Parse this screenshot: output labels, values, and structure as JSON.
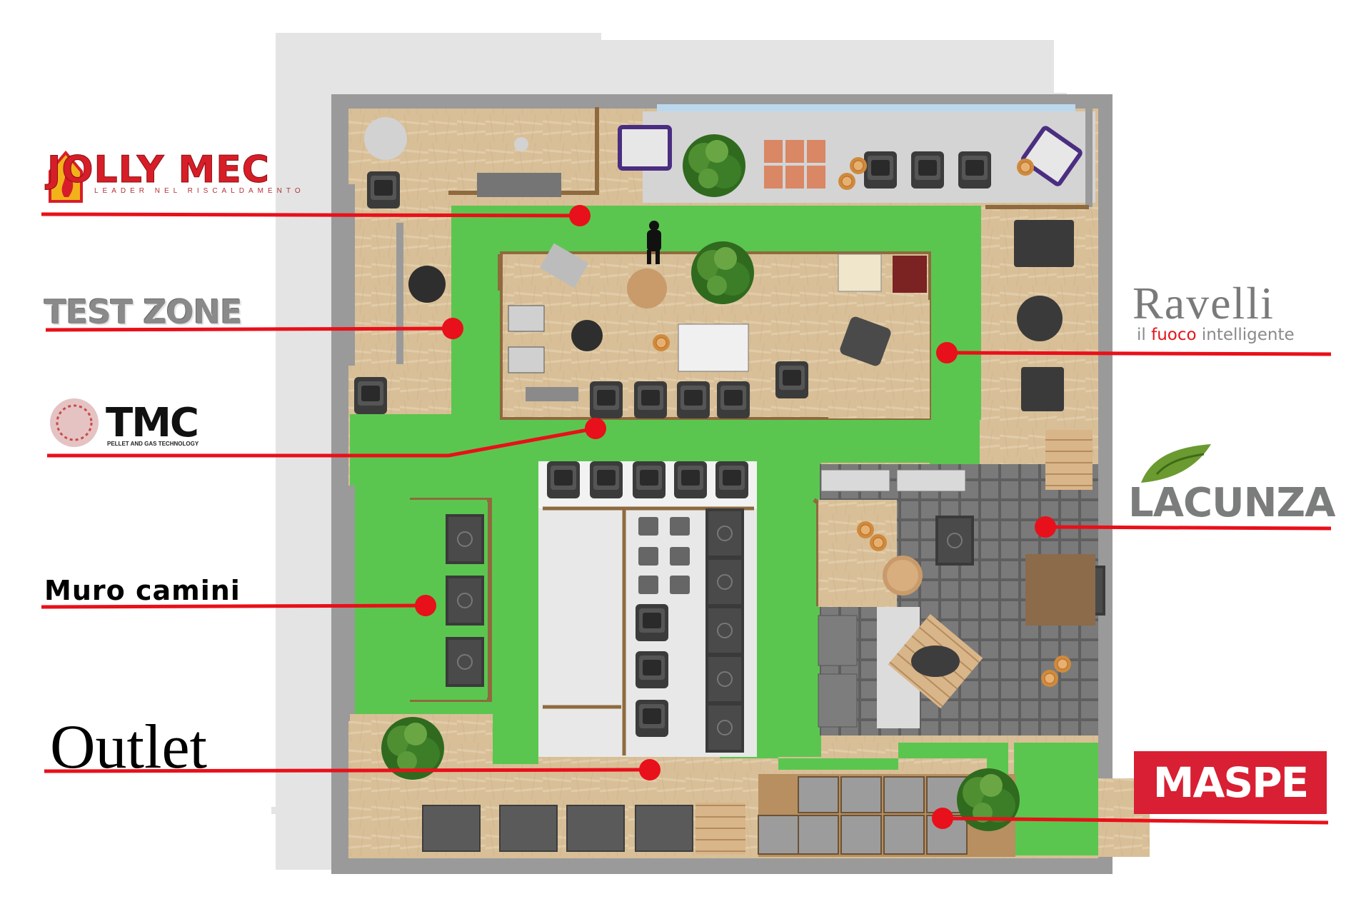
{
  "title": "",
  "brands": {
    "jolly_mec": {
      "name": "JOLLY MEC",
      "tagline": "LEADER NEL RISCALDAMENTO"
    },
    "test_zone": {
      "name": "TEST ZONE"
    },
    "tmc": {
      "name": "TMC",
      "tagline": "PELLET AND GAS TECHNOLOGY"
    },
    "muro_camini": {
      "name": "Muro camini"
    },
    "outlet": {
      "name": "Outlet"
    },
    "ravelli": {
      "name": "Ravelli",
      "tagline_pre": "il ",
      "tagline_accent": "fuoco",
      "tagline_post": " intelligente"
    },
    "lacunza": {
      "name": "LACUNZA"
    },
    "maspe": {
      "name": "MASPE"
    }
  },
  "colors": {
    "walkway": "#5bc64f",
    "wood_floor": "#d6bd95",
    "wall": "#9b9b9b",
    "outer_slab": "#e3e3e3",
    "tile_grid": "#6e6e6e",
    "pointer": "#e8101a",
    "brand_red": "#d81f33"
  },
  "icons": [
    "fireplace-icon",
    "stove-icon",
    "plant-icon",
    "pallet-icon",
    "table-icon",
    "person-icon"
  ]
}
